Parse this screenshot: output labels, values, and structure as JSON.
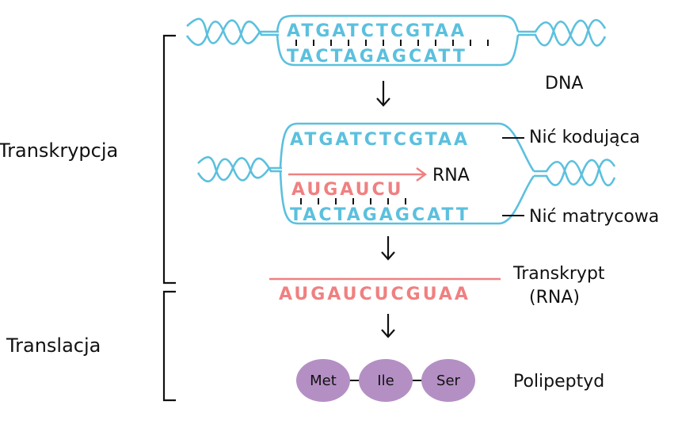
{
  "colors": {
    "dna": "#5bc0de",
    "rna": "#f08080",
    "amino": "#b48fc4",
    "ink": "#111111"
  },
  "side_labels": {
    "transcription": "Transkrypcja",
    "translation": "Translacja"
  },
  "dna_top": {
    "coding": "ATGATCTCGTAA",
    "template": "TACTAGAGCATT",
    "label": "DNA"
  },
  "bubble": {
    "coding": "ATGATCTCGTAA",
    "coding_label": "Nić kodująca",
    "rna_partial": "AUGAUCU",
    "rna_arrow_label": "RNA",
    "template": "TACTAGAGCATT",
    "template_label": "Nić matrycowa"
  },
  "transcript": {
    "sequence": "AUGAUCUCGUAA",
    "label_line1": "Transkrypt",
    "label_line2": "(RNA)"
  },
  "polypeptide": {
    "amino_acids": [
      "Met",
      "Ile",
      "Ser"
    ],
    "label": "Polipeptyd"
  },
  "icons": {
    "arrow": "down-arrow-icon",
    "rna_arrow": "right-arrow-icon"
  }
}
